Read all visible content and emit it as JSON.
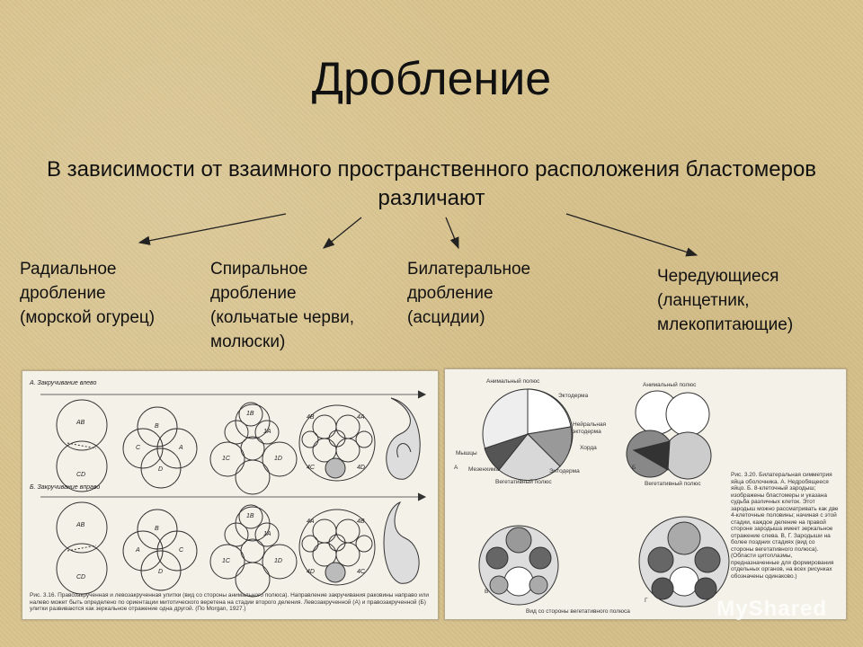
{
  "title": "Дробление",
  "subtitle": "В зависимости от взаимного пространственного расположения бластомеров различают",
  "categories": [
    {
      "text": "Радиальное\nдробление\n(морской огурец)"
    },
    {
      "text": "Спиральное\n дробление\n(кольчатые черви,\nмолюски)"
    },
    {
      "text": "Билатеральное\nдробление\n(асцидии)"
    },
    {
      "text": "Чередующиеся\n(ланцетник,\nмлекопитающие)"
    }
  ],
  "left_panel": {
    "row_a": "А. Закручивание влево",
    "row_b": "Б. Закручивание вправо",
    "cells_a": [
      "AB",
      "CD",
      "B",
      "C",
      "A",
      "D",
      "1B",
      "1A",
      "1C",
      "1D",
      "4B",
      "4A",
      "4C",
      "4D"
    ],
    "cells_b": [
      "AB",
      "CD",
      "B",
      "A",
      "C",
      "D",
      "1B",
      "1A",
      "1C",
      "1D",
      "4A",
      "4B",
      "4D",
      "4C"
    ],
    "caption": "Рис. 3.16. Правозакрученная и левозакрученная улитки (вид со стороны анимального полюса). Направление закручивания раковины направо или налево может быть определено по ориентации митотического веретена на стадии второго деления. Левозакрученной (А) и правозакрученной (Б) улитки развиваются как зеркальное отражение одна другой. (По Morgan, 1927.)"
  },
  "right_panel": {
    "labels": [
      "Анимальный полюс",
      "Эктодерма",
      "Нейральная эктодерма",
      "Хорда",
      "Мышцы",
      "Мезенхима",
      "Энтодерма",
      "Вегетативный полюс",
      "А",
      "Анимальный полюс",
      "Б",
      "Вегетативный полюс",
      "В",
      "Г",
      "Вид со стороны вегетативного полюса"
    ],
    "caption": "Рис. 3.20. Билатеральная симметрия яйца оболочника. А. Недробящееся яйцо. Б. 8-клеточный зародыш; изображены бластомеры и указана судьба различных клеток. Этот зародыш можно рассматривать как две 4-клеточные половины; начиная с этой стадии, каждое деление на правой стороне зародыша имеет зеркальное отражение слева. В, Г. Зародыши на более поздних стадиях (вид со стороны вегетативного полюса). (Области цитоплазмы, предназначенные для формирования отдельных органов, на всех рисунках обозначены одинаково.)"
  },
  "watermark": "MyShared"
}
